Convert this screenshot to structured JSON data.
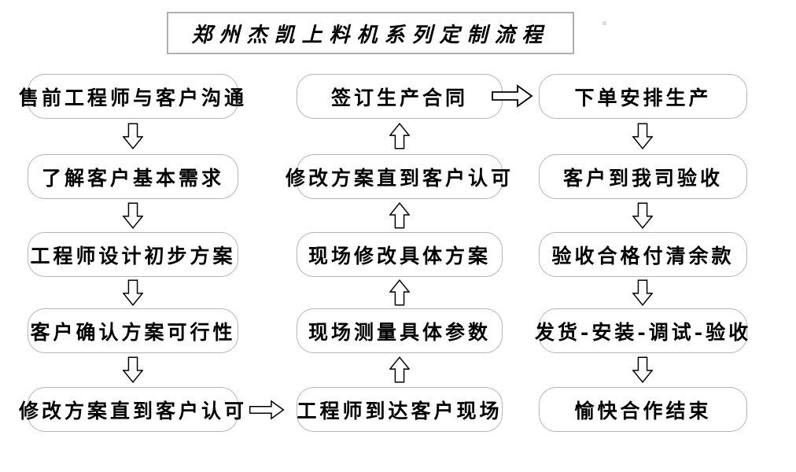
{
  "title": {
    "text": "郑州杰凯上料机系列定制流程"
  },
  "flowchart": {
    "left_column": {
      "flow_direction": "down",
      "steps": [
        "售前工程师与客户沟通",
        "了解客户基本需求",
        "工程师设计初步方案",
        "客户确认方案可行性",
        "修改方案直到客户认可"
      ]
    },
    "middle_column": {
      "flow_direction": "up",
      "steps_top_to_bottom": [
        "签订生产合同",
        "修改方案直到客户认可",
        "现场修改具体方案",
        "现场测量具体参数",
        "工程师到达客户现场"
      ]
    },
    "right_column": {
      "flow_direction": "down",
      "steps": [
        "下单安排生产",
        "客户到我司验收",
        "验收合格付清余款",
        "发货-安装-调试-验收",
        "愉快合作结束"
      ]
    },
    "process_sequence": [
      "售前工程师与客户沟通",
      "了解客户基本需求",
      "工程师设计初步方案",
      "客户确认方案可行性",
      "修改方案直到客户认可",
      "工程师到达客户现场",
      "现场测量具体参数",
      "现场修改具体方案",
      "修改方案直到客户认可",
      "签订生产合同",
      "下单安排生产",
      "客户到我司验收",
      "验收合格付清余款",
      "发货-安装-调试-验收",
      "愉快合作结束"
    ],
    "connector_style": "hollow-block-arrows"
  },
  "colors": {
    "background": "#ffffff",
    "box_border": "#b5b5b5",
    "title_border": "#b0b0b0",
    "text": "#000000",
    "arrow_outline": "#000000",
    "arrow_fill": "#ffffff"
  }
}
